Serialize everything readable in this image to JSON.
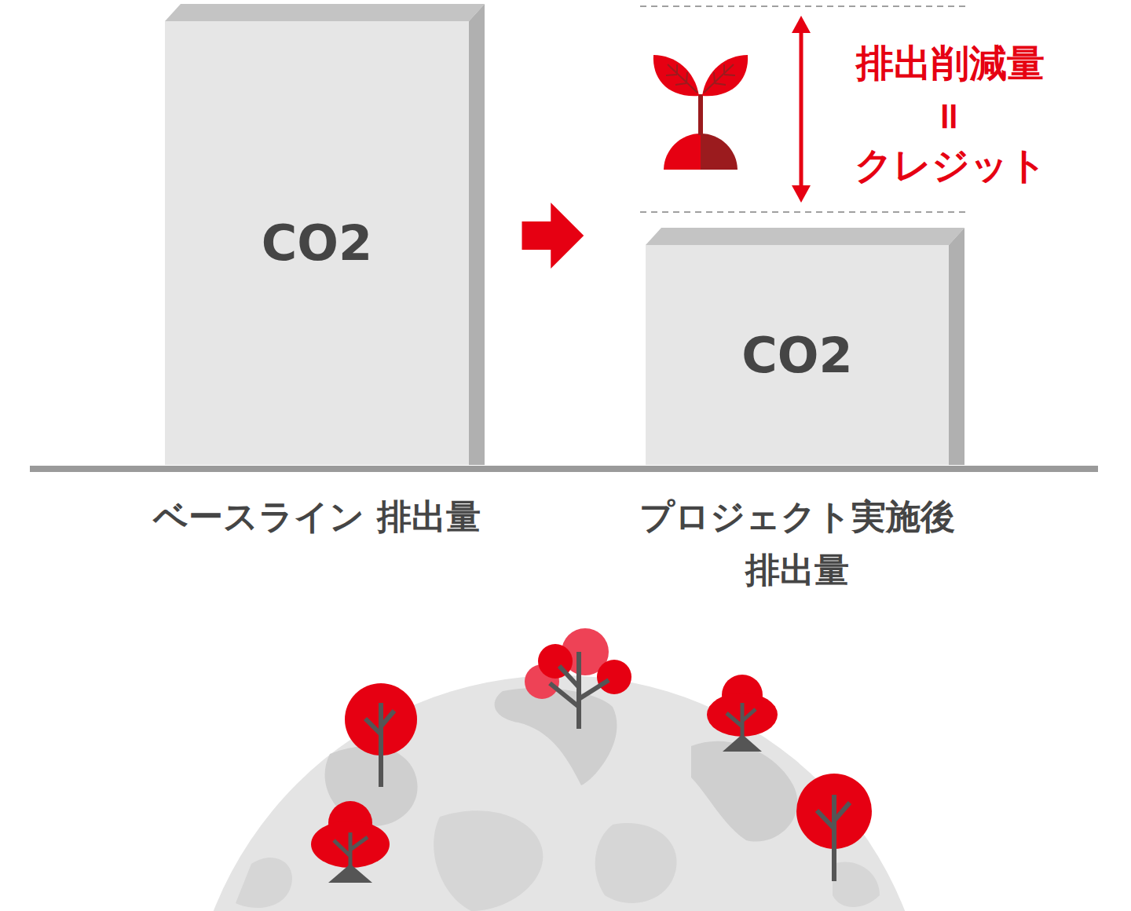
{
  "diagram": {
    "nodes": [
      {
        "text": [
          "CO2",
          "ベースライン 排出量"
        ]
      },
      {
        "text": [
          "CO2",
          "プロジェクト実施後 排出量"
        ]
      }
    ],
    "edges": [
      {
        "from": 0,
        "to": 1,
        "arrow": "to"
      }
    ],
    "labels": [
      "排出削減量",
      "=",
      "クレジット"
    ]
  }
}
